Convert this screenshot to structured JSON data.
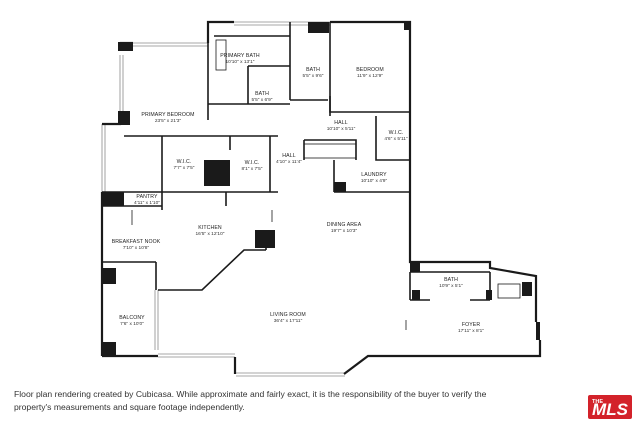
{
  "rooms": {
    "primary_bath": {
      "name": "PRIMARY BATH",
      "dim": "10'10\" x 13'1\""
    },
    "bath_top": {
      "name": "BATH",
      "dim": "5'5\" x 9'6\""
    },
    "bath_small": {
      "name": "BATH",
      "dim": "5'5\" x 6'9\""
    },
    "bedroom": {
      "name": "BEDROOM",
      "dim": "11'9\" x 12'9\""
    },
    "primary_bedroom": {
      "name": "PRIMARY BEDROOM",
      "dim": "23'5\" x 21'3\""
    },
    "hall_top": {
      "name": "HALL",
      "dim": "10'10\" x 5'11\""
    },
    "wic_right": {
      "name": "W.I.C.",
      "dim": "4'6\" x 5'11\""
    },
    "wic_left": {
      "name": "W.I.C.",
      "dim": "7'7\" x 7'5\""
    },
    "wic_mid": {
      "name": "W.I.C.",
      "dim": "8'1\" x 7'5\""
    },
    "hall_mid": {
      "name": "HALL",
      "dim": "4'10\" x 11'4\""
    },
    "laundry": {
      "name": "LAUNDRY",
      "dim": "10'10\" x 4'9\""
    },
    "pantry": {
      "name": "PANTRY",
      "dim": "4'11\" x 1'10\""
    },
    "kitchen": {
      "name": "KITCHEN",
      "dim": "16'5\" x 12'10\""
    },
    "dining": {
      "name": "DINING AREA",
      "dim": "19'7\" x 10'3\""
    },
    "breakfast": {
      "name": "BREAKFAST NOOK",
      "dim": "7'10\" x 10'8\""
    },
    "bath_right": {
      "name": "BATH",
      "dim": "10'9\" x 5'1\""
    },
    "balcony": {
      "name": "BALCONY",
      "dim": "7'6\" x 10'0\""
    },
    "living": {
      "name": "LIVING ROOM",
      "dim": "36'4\" x 17'11\""
    },
    "foyer": {
      "name": "FOYER",
      "dim": "17'11\" x 8'1\""
    }
  },
  "caption": {
    "line1": "Floor plan rendering created by Cubicasa. While approximate and fairly exact, it is the responsibility of the buyer to verify the",
    "line2": "property's measurements and square footage independently."
  },
  "logo": {
    "the": "THE",
    "mark": "MLS"
  },
  "colors": {
    "wall": "#1a1a1a",
    "window": "#8a8a8a",
    "logo_red": "#d3222a"
  }
}
